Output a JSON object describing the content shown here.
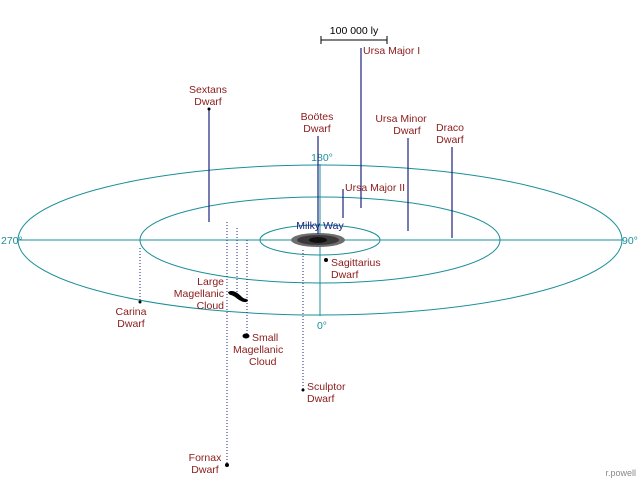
{
  "scale_bar": {
    "label": "100 000 ly"
  },
  "center": {
    "label": "Milky Way"
  },
  "angles": {
    "a0": "0°",
    "a90": "90°",
    "a180": "180°",
    "a270": "270°"
  },
  "galaxies": {
    "ursa_major_1": {
      "line1": "Ursa Major I"
    },
    "ursa_major_2": {
      "line1": "Ursa Major II"
    },
    "sextans": {
      "line1": "Sextans",
      "line2": "Dwarf"
    },
    "bootes": {
      "line1": "Boötes",
      "line2": "Dwarf"
    },
    "ursa_minor": {
      "line1": "Ursa Minor",
      "line2": "Dwarf"
    },
    "draco": {
      "line1": "Draco",
      "line2": "Dwarf"
    },
    "sagittarius": {
      "line1": "Sagittarius",
      "line2": "Dwarf"
    },
    "carina": {
      "line1": "Carina",
      "line2": "Dwarf"
    },
    "lmc": {
      "line1": "Large",
      "line2": "Magellanic",
      "line3": "Cloud"
    },
    "smc": {
      "line1": "Small",
      "line2": "Magellanic",
      "line3": "Cloud"
    },
    "sculptor": {
      "line1": "Sculptor",
      "line2": "Dwarf"
    },
    "fornax": {
      "line1": "Fornax",
      "line2": "Dwarf"
    }
  },
  "credit": "r.powell",
  "colors": {
    "rings": "#1a8f9a",
    "above_plane": "#1a237e",
    "labels": "#8b1a1a"
  }
}
